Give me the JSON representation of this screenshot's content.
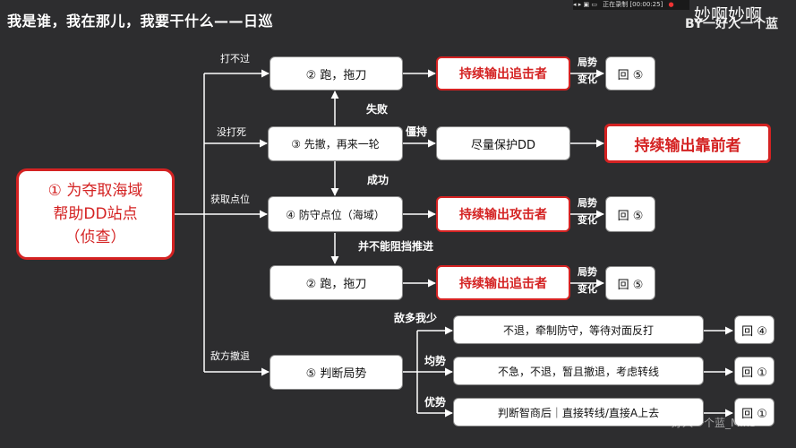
{
  "header": {
    "title": "我是谁，我在那儿，我要干什么——日巡",
    "brand": "BY一好人一个蓝",
    "recording_status": "正在录制 [00:00:25]",
    "watermark_top": "妙啊妙啊",
    "watermark_bottom": "好人一个蓝_Mike"
  },
  "colors": {
    "accent": "#d42222",
    "background": "#2d2d2f",
    "line": "#ffffff"
  },
  "root": {
    "line1": "① 为夺取海域",
    "line2": "帮助DD站点",
    "line3": "（侦查）"
  },
  "branches": {
    "fight_fail_label": "打不过",
    "not_kill_label": "没打死",
    "get_point_label": "获取点位",
    "enemy_retreat_label": "敌方撤退"
  },
  "nodes": {
    "run1": "② 跑，拖刀",
    "first_strike": "③ 先撤，再来一轮",
    "defend": "④ 防守点位（海域）",
    "run2": "② 跑，拖刀",
    "judge": "⑤ 判断局势"
  },
  "edges": {
    "fail": "失败",
    "stalemate": "僵持",
    "success": "成功",
    "cannot_block": "并不能阻挡推进",
    "enemy_more": "敌多我少",
    "balanced": "均势",
    "advantage": "优势"
  },
  "outcomes": {
    "chaser1": "持续输出追击者",
    "protect_dd": "尽量保护DD",
    "front_line": "持续输出靠前者",
    "attacker": "持续输出攻击者",
    "chaser2": "持续输出追击者",
    "no_retreat": "不退，牵制防守，等待对面反打",
    "no_rush": "不急，不退，暂且撤退，考虑转线",
    "judge_adv": "判断智商后｜直接转线/直接A上去"
  },
  "trend": {
    "line1": "局势",
    "line2": "变化"
  },
  "returns": {
    "r1": "回 ⑤",
    "r2": "回 ⑤",
    "r3": "回 ⑤",
    "r4": "回 ④",
    "r5": "回 ①",
    "r6": "回 ①"
  }
}
